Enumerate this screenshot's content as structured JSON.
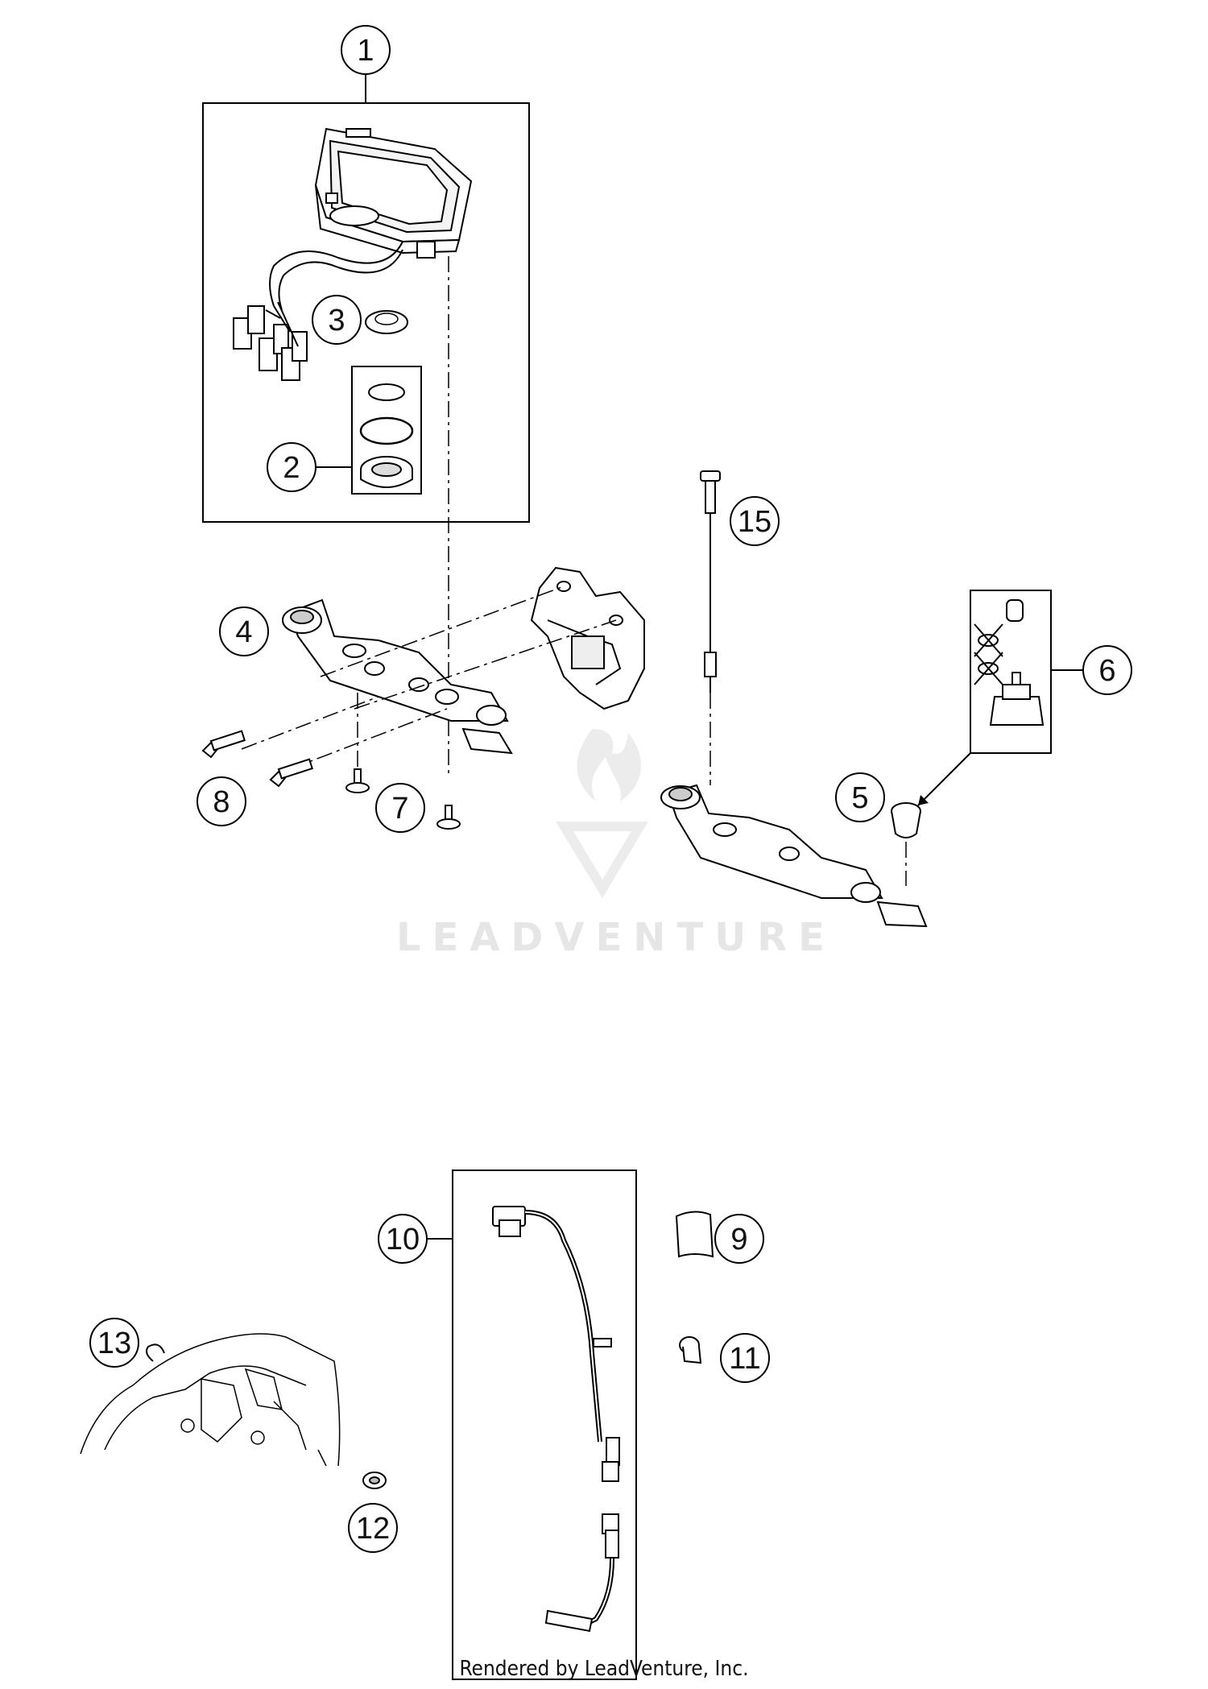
{
  "callouts": {
    "c1": "1",
    "c2": "2",
    "c3": "3",
    "c4": "4",
    "c5": "5",
    "c6": "6",
    "c7": "7",
    "c8": "8",
    "c9": "9",
    "c10": "10",
    "c11": "11",
    "c12": "12",
    "c13": "13",
    "c15": "15"
  },
  "watermark": {
    "text": "LEADVENTURE"
  },
  "footer": {
    "credit": "Rendered by LeadVenture, Inc."
  }
}
